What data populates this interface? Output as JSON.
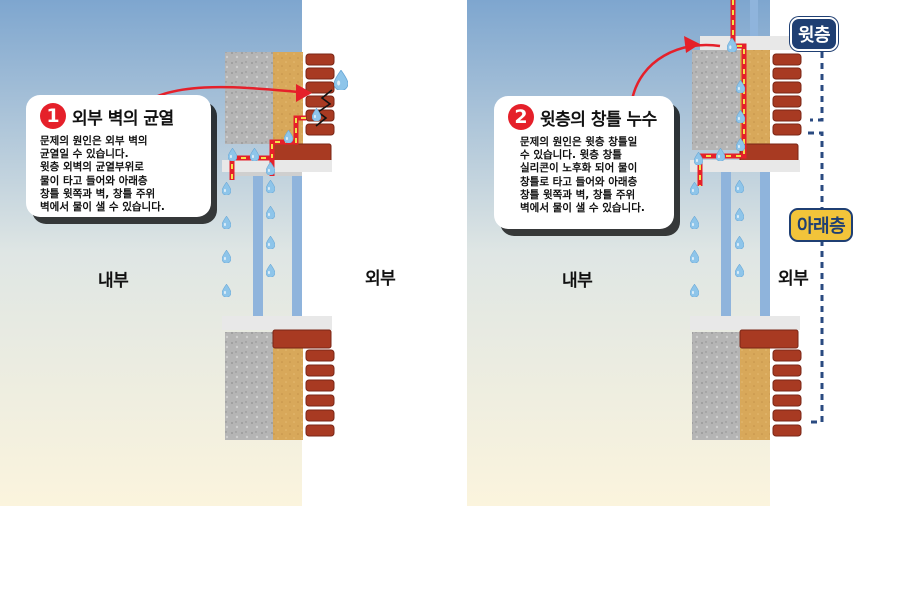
{
  "panel1": {
    "number": "1",
    "title": "외부 벽의 균열",
    "body_lines": [
      "문제의 원인은 외부 벽의",
      "균열일 수 있습니다.",
      "윗층 외벽의 균열부위로",
      "물이 타고 들어와 아래층",
      "창틀 윗쪽과 벽, 창틀 주위",
      "벽에서 물이 샐 수 있습니다."
    ],
    "inside_label": "내부",
    "outside_label": "외부"
  },
  "panel2": {
    "number": "2",
    "title": "윗층의 창틀 누수",
    "body_lines": [
      "문제의 원인은 윗층 창틀일",
      "수 있습니다. 윗층 창틀",
      "실리콘이 노후화 되어 물이",
      "창틀로 타고 들어와 아래층",
      "창틀 윗쪽과 벽, 창틀 주위",
      "벽에서 물이 샐 수 있습니다."
    ],
    "inside_label": "내부",
    "outside_label": "외부",
    "upper_floor_tag": "윗층",
    "lower_floor_tag": "아래층"
  },
  "colors": {
    "sky_top": "#7ea6cf",
    "sky_bottom": "#fbf4dd",
    "brick": "#a83a22",
    "insulation": "#d8a85a",
    "concrete": "#b8b8b8",
    "glass": "#8fb4dc",
    "leak_path": "#e5202a",
    "leak_dash": "#f2e14a",
    "water_drop": "#8ec5ea",
    "upper_tag_bg": "#1f3f73",
    "lower_tag_bg": "#f2c43a",
    "floor_marker": "#2a4a80"
  },
  "icons": [
    "water-drop-icon",
    "crack-icon",
    "arrow-icon"
  ]
}
